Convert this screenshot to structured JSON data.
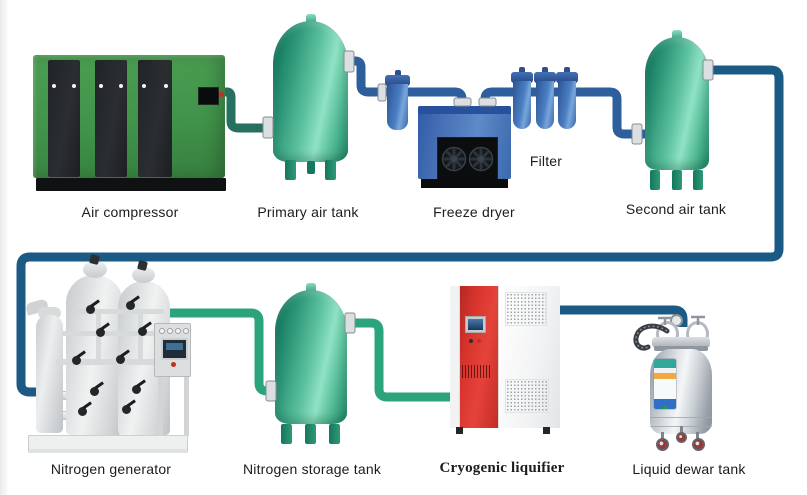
{
  "diagram": {
    "process_stages": {
      "air_compressor": {
        "label": "Air compressor"
      },
      "primary_air_tank": {
        "label": "Primary air tank"
      },
      "freeze_dryer": {
        "label": "Freeze dryer"
      },
      "filter": {
        "label": "Filter"
      },
      "second_air_tank": {
        "label": "Second air tank"
      },
      "nitrogen_generator": {
        "label": "Nitrogen generator"
      },
      "nitrogen_storage_tank": {
        "label": "Nitrogen storage tank"
      },
      "cryogenic_liquifier": {
        "label": "Cryogenic liquifier"
      },
      "liquid_dewar_tank": {
        "label": "Liquid dewar tank"
      }
    },
    "colors": {
      "background": "#ffffff",
      "pipe_teal": "#27705f",
      "pipe_blue": "#2d5f9c",
      "pipe_dark_blue": "#1b5a85",
      "pipe_green": "#2ba47e",
      "compressor_green": "#41934a",
      "tank_green_dark": "#0d6e54",
      "tank_green_light": "#92e3c6",
      "equipment_blue": "#3e6fb4",
      "liquifier_red": "#d8342d"
    }
  }
}
